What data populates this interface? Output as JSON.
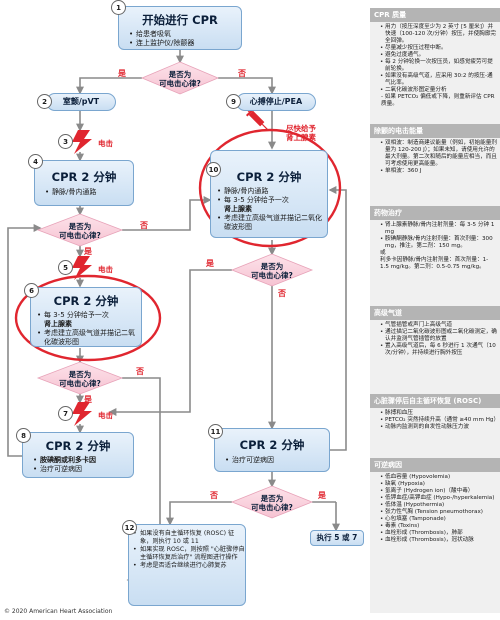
{
  "nodes": {
    "n1": {
      "num": "1",
      "title": "开始进行 CPR",
      "items": [
        "给患者吸氧",
        "连上监护仪/除颤器"
      ]
    },
    "q_top": "是否为\n可电击心律?",
    "n2": {
      "num": "2",
      "title": "室颤/pVT"
    },
    "n3": {
      "num": "3",
      "label": "电击"
    },
    "n4": {
      "num": "4",
      "title": "CPR 2 分钟",
      "items": [
        "静脉/骨内通路"
      ]
    },
    "q_left1": "是否为\n可电击心律?",
    "n5": {
      "num": "5",
      "label": "电击"
    },
    "n6": {
      "num": "6",
      "title": "CPR 2 分钟",
      "items": [
        "每 3-5 分钟给予一次",
        "肾上腺素",
        "考虑建立高级气道并描记二氧化碳波形图"
      ]
    },
    "q_left2": "是否为\n可电击心律?",
    "n7": {
      "num": "7",
      "label": "电击"
    },
    "n8": {
      "num": "8",
      "title": "CPR 2 分钟",
      "items": [
        "胺碘酮或利多卡因",
        "治疗可逆病因"
      ]
    },
    "n9": {
      "num": "9",
      "title": "心搏停止/PEA"
    },
    "epi_label": "尽快给予\n肾上腺素",
    "n10": {
      "num": "10",
      "title": "CPR 2 分钟",
      "items": [
        "静脉/骨内通路",
        "每 3-5 分钟给予一次",
        "肾上腺素",
        "考虑建立高级气道并描记二氧化碳波形图"
      ]
    },
    "q_right1": "是否为\n可电击心律?",
    "n11": {
      "num": "11",
      "title": "CPR 2 分钟",
      "items": [
        "治疗可逆病因"
      ]
    },
    "q_right2": "是否为\n可电击心律?",
    "n12": {
      "num": "12",
      "items": [
        "如果没有自主循环恢复 (ROSC) 征象，则执行 10 或 11",
        "如果实现 ROSC，则按照 \"心脏骤停自主循环恢复后治疗\" 流程图进行操作",
        "考虑是否适合继续进行心肺复苏"
      ]
    },
    "go_to": "执行 5 或 7"
  },
  "decision": {
    "yes": "是",
    "no": "否"
  },
  "panel": {
    "cpr_quality": {
      "title": "CPR 质量",
      "items": [
        "用力（按压深度至少为 2 英寸 [5 厘米]）并快速（100-120 次/分钟）按压，并使胸廓完全回弹。",
        "尽量减少按压过程中断。",
        "避免过度通气。",
        "每 2 分钟轮换一次按压员，如感觉疲劳可提前轮换。",
        "如果没有高级气道，应采用 30:2 的按压-通气比率。",
        "二氧化碳波形图定量分析",
        "- 如果 PETCO₂ 偏低或下降，则重新评估 CPR 质量。"
      ]
    },
    "shock_energy": {
      "title": "除颤的电击能量",
      "items": [
        "双相波：制造商建议能量（例如，初始能量剂量为 120-200 J）；如果未知，请使用允许的最大剂量。第二次和随后的能量应相当，而且可考虑使用更高能量。",
        "单相波：360 J"
      ]
    },
    "drug_therapy": {
      "title": "药物治疗",
      "items": [
        "肾上腺素静脉/骨内注射剂量：每 3-5 分钟 1 mg",
        "胺碘酮静脉/骨内注射剂量：首次剂量：300 mg，推注。第二剂：150 mg。",
        "或",
        "利多卡因静脉/骨内注射剂量：首次剂量：1-1.5 mg/kg。第二剂：0.5-0.75 mg/kg。"
      ]
    },
    "advanced_airway": {
      "title": "高级气道",
      "items": [
        "气管插管或声门上高级气道",
        "通过描记二氧化碳波形图或二氧化碳测定，确认并监测气管插管的放置",
        "置入高级气道后，每 6 秒进行 1 次通气（10 次/分钟），并持续进行胸外按压"
      ]
    },
    "rosc": {
      "title": "心脏骤停后自主循环恢复 (ROSC)",
      "items": [
        "脉搏和血压",
        "PETCO₂ 突然持续升高（通常 ≥40 mm Hg）",
        "动脉内监测到的自发性动脉压力波"
      ]
    },
    "reversible": {
      "title": "可逆病因",
      "items": [
        "低血容量 (Hypovolemia)",
        "缺氧 (Hypoxia)",
        "氢离子 (Hydrogen ion)（酸中毒）",
        "低钾血症/高钾血症 (Hypo-/hyperkalemia)",
        "低体温 (Hypothermia)",
        "张力性气胸 (Tension pneumothorax)",
        "心包填塞 (Tamponade)",
        "毒素 (Toxins)",
        "血栓形成 (Thrombosis)，肺部",
        "血栓形成 (Thrombosis)，冠状动脉"
      ]
    }
  },
  "footer": "© 2020 American Heart Association",
  "colors": {
    "accent_red": "#e0262f",
    "box_blue": "#c9def2",
    "arrow_gray": "#8a8a8a",
    "diamond_pink": "#f6c3d2"
  }
}
